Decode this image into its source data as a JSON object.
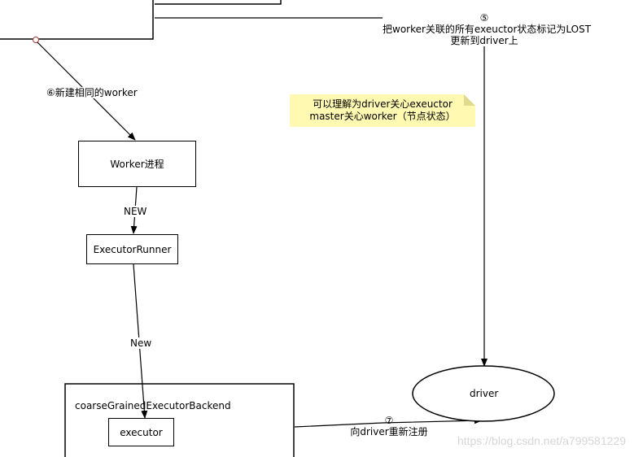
{
  "nodes": {
    "worker_process": "Worker进程",
    "executor_runner": "ExecutorRunner",
    "backend_container": "coarseGrainedExecutorBackend",
    "executor": "executor",
    "driver": "driver"
  },
  "edges": {
    "step5_num": "⑤",
    "step5_line1": "把worker关联的所有exeuctor状态标记为LOST",
    "step5_line2": "更新到driver上",
    "step6": "⑥新建相同的worker",
    "new_upper": "NEW",
    "new_lower": "New",
    "step7_num": "⑦",
    "step7_text": "向driver重新注册"
  },
  "note": {
    "line1": "可以理解为driver关心exeuctor",
    "line2": "master关心worker（节点状态）"
  },
  "watermark": "https://blog.csdn.net/a799581229",
  "colors": {
    "note_fill": "#fff9b2",
    "line": "#000000",
    "watermark": "#d6d6d6"
  }
}
